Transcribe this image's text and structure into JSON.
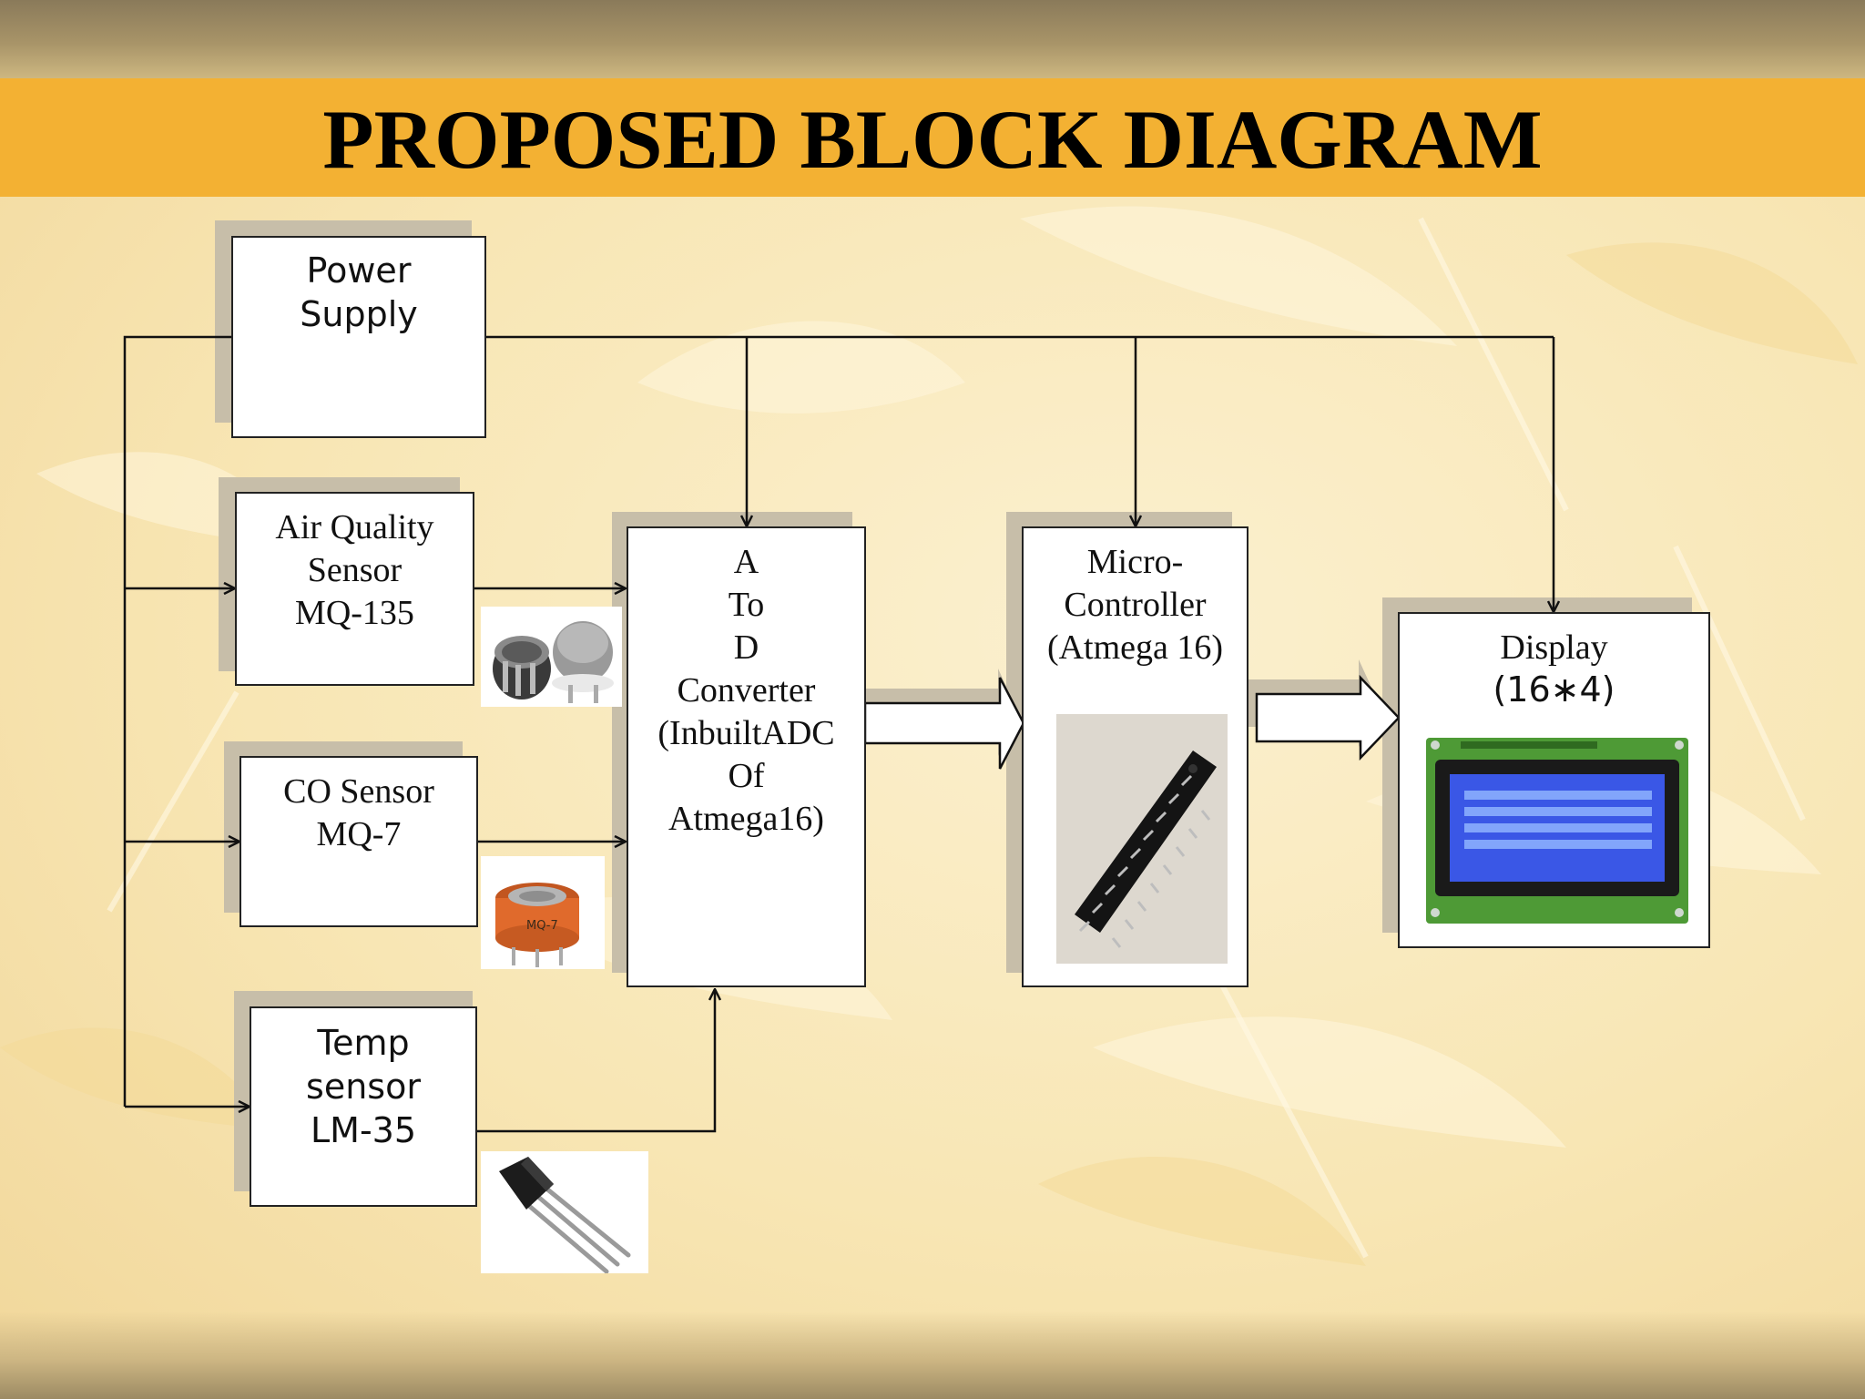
{
  "slide": {
    "title": "PROPOSED BLOCK DIAGRAM"
  },
  "blocks": {
    "power_supply": [
      "Power",
      "Supply"
    ],
    "air_quality_sensor": [
      "Air Quality",
      "Sensor",
      "MQ-135"
    ],
    "co_sensor": [
      "CO Sensor",
      "MQ-7"
    ],
    "temp_sensor": [
      "Temp",
      "sensor",
      "LM-35"
    ],
    "adc": [
      "A",
      "To",
      "D",
      "Converter",
      "(InbuiltADC",
      "Of",
      "Atmega16)"
    ],
    "microcontroller": [
      "Micro-",
      "Controller",
      "(Atmega 16)"
    ],
    "display": [
      "Display",
      "(16∗4)"
    ]
  },
  "photos": {
    "mq135": "gas-sensor-photo",
    "mq7": "co-sensor-photo",
    "mq7_label": "MQ-7",
    "lm35": "temperature-sensor-photo",
    "atmega": "microcontroller-chip-photo",
    "lcd": "lcd-display-photo"
  },
  "colors": {
    "title_bar": "#f3b133",
    "background": "#f8e6b4",
    "lcd_screen": "#3a57e6",
    "pcb": "#4e9a36",
    "mq7_body": "#e06a2c"
  }
}
